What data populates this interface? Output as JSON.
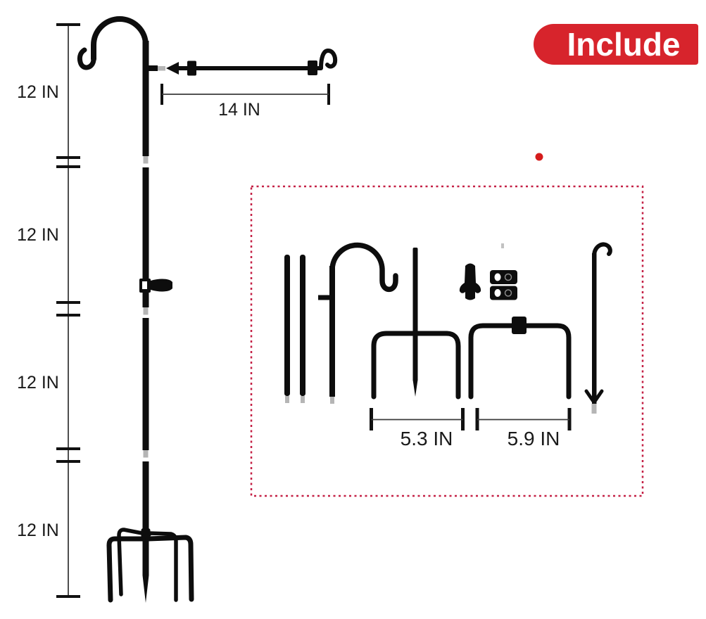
{
  "badge": {
    "label": "Include"
  },
  "measurements": {
    "sections": [
      {
        "label": "12 IN"
      },
      {
        "label": "12 IN"
      },
      {
        "label": "12 IN"
      },
      {
        "label": "12 IN"
      }
    ],
    "arm": {
      "label": "14 IN"
    },
    "small_stake": {
      "label": "5.3 IN"
    },
    "large_stake": {
      "label": "5.9 IN"
    }
  },
  "colors": {
    "metal_black": "#0d0d0d",
    "connector_silver": "#b5b5b5",
    "badge_red": "#d7242c",
    "badge_text": "#ffffff",
    "dashed_border_red": "#c42045",
    "dot_red": "#d51c1c",
    "label_text": "#1a1a1a"
  }
}
